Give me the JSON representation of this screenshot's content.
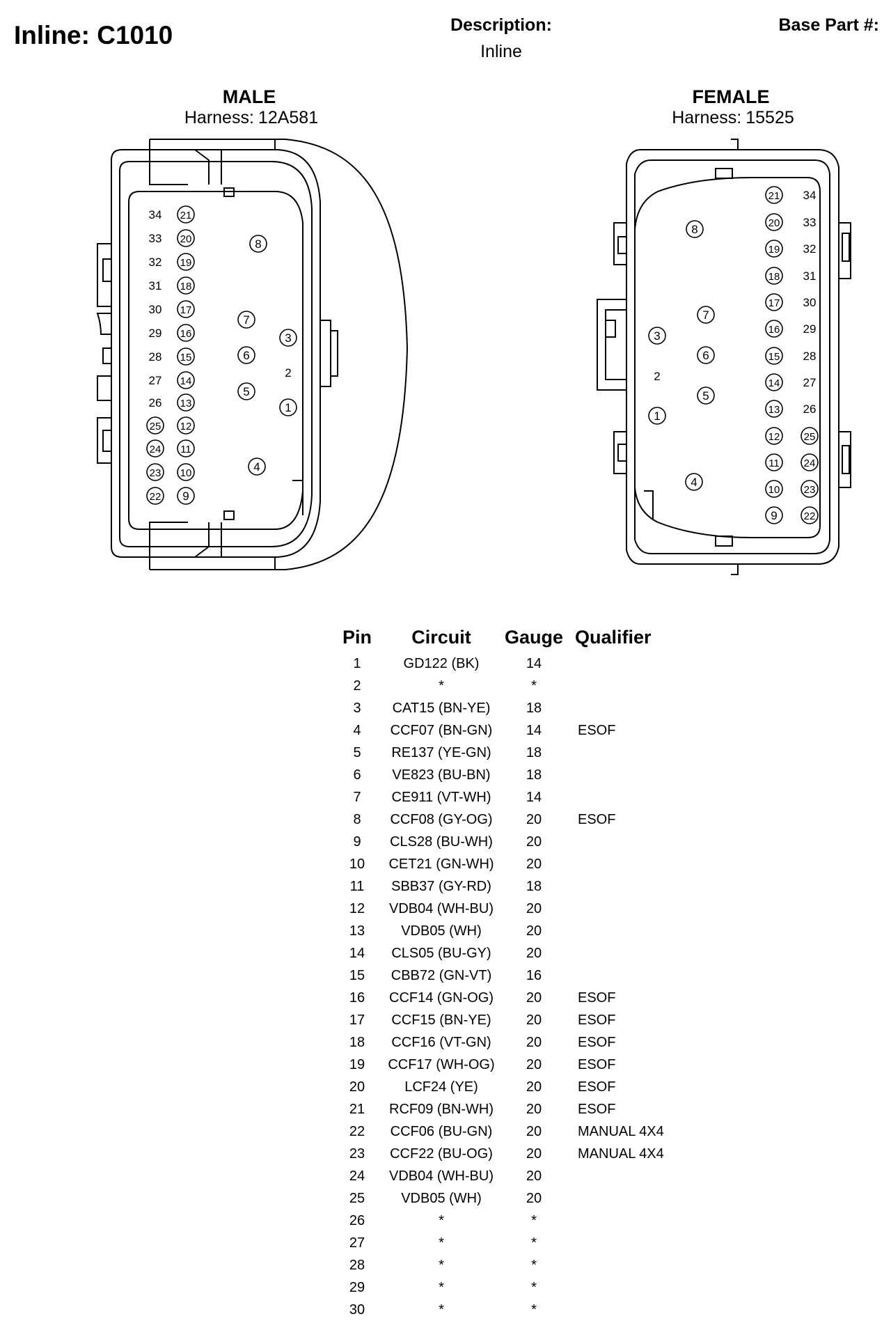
{
  "header": {
    "title": "Inline: C1010",
    "description_label": "Description:",
    "description_value": "Inline",
    "base_part_label": "Base Part #:"
  },
  "male": {
    "role": "MALE",
    "harness_label": "Harness:",
    "harness_value": "12A581"
  },
  "female": {
    "role": "FEMALE",
    "harness_label": "Harness:",
    "harness_value": "15525"
  },
  "table": {
    "headers": {
      "pin": "Pin",
      "circuit": "Circuit",
      "gauge": "Gauge",
      "qualifier": "Qualifier"
    },
    "rows": [
      {
        "pin": "1",
        "circuit": "GD122 (BK)",
        "gauge": "14",
        "qualifier": ""
      },
      {
        "pin": "2",
        "circuit": "*",
        "gauge": "*",
        "qualifier": ""
      },
      {
        "pin": "3",
        "circuit": "CAT15 (BN-YE)",
        "gauge": "18",
        "qualifier": ""
      },
      {
        "pin": "4",
        "circuit": "CCF07 (BN-GN)",
        "gauge": "14",
        "qualifier": "ESOF"
      },
      {
        "pin": "5",
        "circuit": "RE137 (YE-GN)",
        "gauge": "18",
        "qualifier": ""
      },
      {
        "pin": "6",
        "circuit": "VE823 (BU-BN)",
        "gauge": "18",
        "qualifier": ""
      },
      {
        "pin": "7",
        "circuit": "CE911 (VT-WH)",
        "gauge": "14",
        "qualifier": ""
      },
      {
        "pin": "8",
        "circuit": "CCF08 (GY-OG)",
        "gauge": "20",
        "qualifier": "ESOF"
      },
      {
        "pin": "9",
        "circuit": "CLS28 (BU-WH)",
        "gauge": "20",
        "qualifier": ""
      },
      {
        "pin": "10",
        "circuit": "CET21 (GN-WH)",
        "gauge": "20",
        "qualifier": ""
      },
      {
        "pin": "11",
        "circuit": "SBB37 (GY-RD)",
        "gauge": "18",
        "qualifier": ""
      },
      {
        "pin": "12",
        "circuit": "VDB04 (WH-BU)",
        "gauge": "20",
        "qualifier": ""
      },
      {
        "pin": "13",
        "circuit": "VDB05 (WH)",
        "gauge": "20",
        "qualifier": ""
      },
      {
        "pin": "14",
        "circuit": "CLS05 (BU-GY)",
        "gauge": "20",
        "qualifier": ""
      },
      {
        "pin": "15",
        "circuit": "CBB72 (GN-VT)",
        "gauge": "16",
        "qualifier": ""
      },
      {
        "pin": "16",
        "circuit": "CCF14 (GN-OG)",
        "gauge": "20",
        "qualifier": "ESOF"
      },
      {
        "pin": "17",
        "circuit": "CCF15 (BN-YE)",
        "gauge": "20",
        "qualifier": "ESOF"
      },
      {
        "pin": "18",
        "circuit": "CCF16 (VT-GN)",
        "gauge": "20",
        "qualifier": "ESOF"
      },
      {
        "pin": "19",
        "circuit": "CCF17 (WH-OG)",
        "gauge": "20",
        "qualifier": "ESOF"
      },
      {
        "pin": "20",
        "circuit": "LCF24 (YE)",
        "gauge": "20",
        "qualifier": "ESOF"
      },
      {
        "pin": "21",
        "circuit": "RCF09 (BN-WH)",
        "gauge": "20",
        "qualifier": "ESOF"
      },
      {
        "pin": "22",
        "circuit": "CCF06 (BU-GN)",
        "gauge": "20",
        "qualifier": "MANUAL 4X4"
      },
      {
        "pin": "23",
        "circuit": "CCF22 (BU-OG)",
        "gauge": "20",
        "qualifier": "MANUAL 4X4"
      },
      {
        "pin": "24",
        "circuit": "VDB04 (WH-BU)",
        "gauge": "20",
        "qualifier": ""
      },
      {
        "pin": "25",
        "circuit": "VDB05 (WH)",
        "gauge": "20",
        "qualifier": ""
      },
      {
        "pin": "26",
        "circuit": "*",
        "gauge": "*",
        "qualifier": ""
      },
      {
        "pin": "27",
        "circuit": "*",
        "gauge": "*",
        "qualifier": ""
      },
      {
        "pin": "28",
        "circuit": "*",
        "gauge": "*",
        "qualifier": ""
      },
      {
        "pin": "29",
        "circuit": "*",
        "gauge": "*",
        "qualifier": ""
      },
      {
        "pin": "30",
        "circuit": "*",
        "gauge": "*",
        "qualifier": ""
      }
    ]
  },
  "male_pins": {
    "circled": [
      "1",
      "3",
      "4",
      "5",
      "6",
      "7",
      "8",
      "9",
      "10",
      "11",
      "12",
      "13",
      "14",
      "15",
      "16",
      "17",
      "18",
      "19",
      "20",
      "21",
      "22",
      "23",
      "24",
      "25"
    ],
    "plain": [
      "2",
      "26",
      "27",
      "28",
      "29",
      "30",
      "31",
      "32",
      "33",
      "34"
    ]
  },
  "female_pins": {
    "circled": [
      "1",
      "3",
      "4",
      "5",
      "6",
      "7",
      "8",
      "9",
      "10",
      "11",
      "12",
      "13",
      "14",
      "15",
      "16",
      "17",
      "18",
      "19",
      "20",
      "21",
      "22",
      "23",
      "24",
      "25"
    ],
    "plain": [
      "2",
      "26",
      "27",
      "28",
      "29",
      "30",
      "31",
      "32",
      "33",
      "34"
    ]
  }
}
